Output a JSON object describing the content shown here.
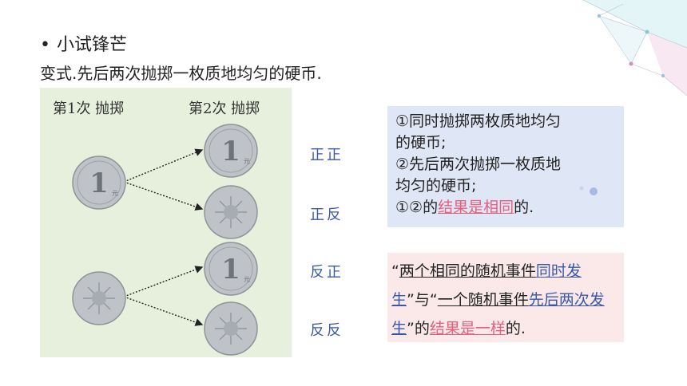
{
  "heading": {
    "bullet": "•",
    "text": "小试锋芒"
  },
  "subtitle": "变式.先后两次抛掷一枚质地均匀的硬币.",
  "diagram": {
    "col1": "第1次 抛掷",
    "col2": "第2次 抛掷",
    "coin_numeral": "1",
    "coin_unit": "元",
    "outcomes": [
      "正正",
      "正反",
      "反正",
      "反反"
    ]
  },
  "box1": {
    "line1": "①同时抛掷两枚质地均匀",
    "line2": "的硬币;",
    "line3": "②先后两次抛掷一枚质地",
    "line4": "均匀的硬币;",
    "line5_a": "①②的",
    "line5_b": "结果是相同",
    "line5_c": "的."
  },
  "box2": {
    "p1": "“",
    "p2": "两个相同的随机事件",
    "p3": "同时发生",
    "p4": "”与“",
    "p5": "一个随机事件",
    "p6": "先后两次发生",
    "p7": "”的",
    "p8": "结果是一样",
    "p9": "的."
  },
  "colors": {
    "diagram_bg": "#e6f0dd",
    "box1_bg": "#dfe6f5",
    "box2_bg": "#fbe9ea",
    "highlight_pink": "#e4607c",
    "highlight_blue": "#3a58a8"
  }
}
